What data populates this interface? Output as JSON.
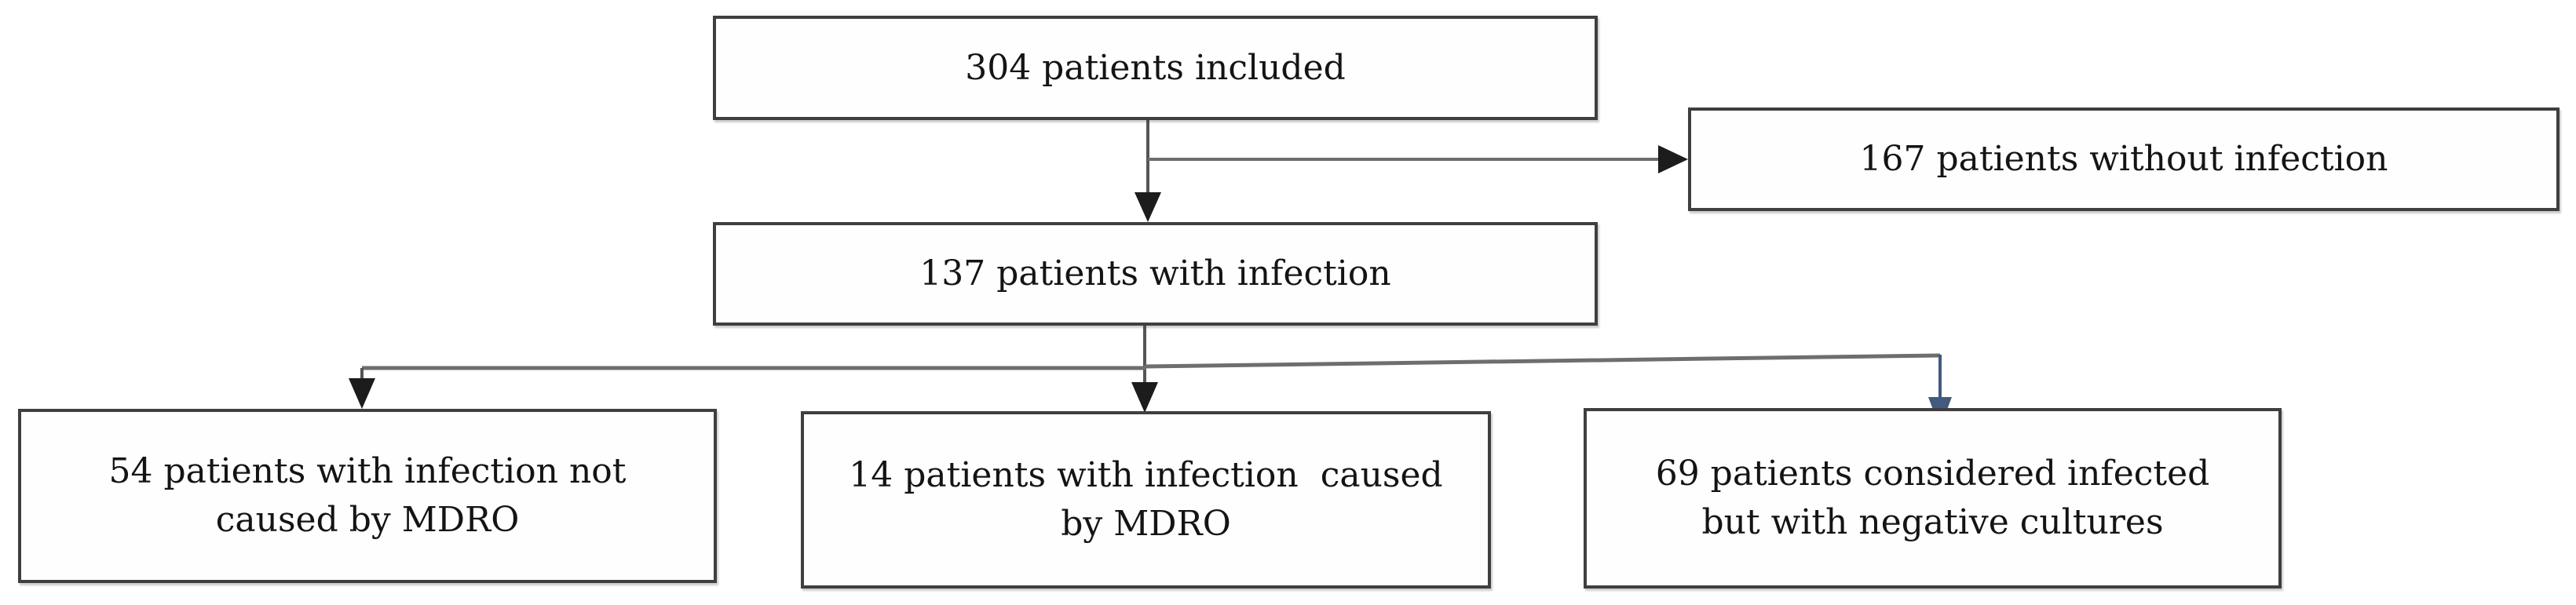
{
  "theme": {
    "background_color": "#ffffff",
    "box_border_color": "#3f3f3f",
    "text_color": "#141414",
    "line_color": "#6e6e6e",
    "arrow_color": "#1c1c1c",
    "accent_arrow_color": "#44597e"
  },
  "diagram": {
    "type": "flowchart",
    "nodes": {
      "included": {
        "label": "304 patients included",
        "lines": [
          "304 patients included"
        ]
      },
      "without_infection": {
        "label": "167 patients without infection",
        "lines": [
          "167 patients without infection"
        ]
      },
      "with_infection": {
        "label": "137 patients with infection",
        "lines": [
          "137 patients with infection"
        ]
      },
      "infection_not_mdro": {
        "label": "54 patients with infection not caused by MDRO",
        "lines": [
          "54 patients with infection not",
          "caused by MDRO"
        ]
      },
      "infection_mdro": {
        "label": "14 patients with infection  caused by MDRO",
        "lines": [
          "14 patients with infection  caused",
          "by MDRO"
        ]
      },
      "negative_cultures": {
        "label": "69 patients considered infected but with negative cultures",
        "lines": [
          "69 patients considered infected",
          "but with negative cultures"
        ]
      }
    },
    "edges": [
      {
        "from": "included",
        "to": "with_infection"
      },
      {
        "from": "included",
        "to": "without_infection"
      },
      {
        "from": "with_infection",
        "to": "infection_not_mdro"
      },
      {
        "from": "with_infection",
        "to": "infection_mdro"
      },
      {
        "from": "with_infection",
        "to": "negative_cultures"
      }
    ]
  }
}
